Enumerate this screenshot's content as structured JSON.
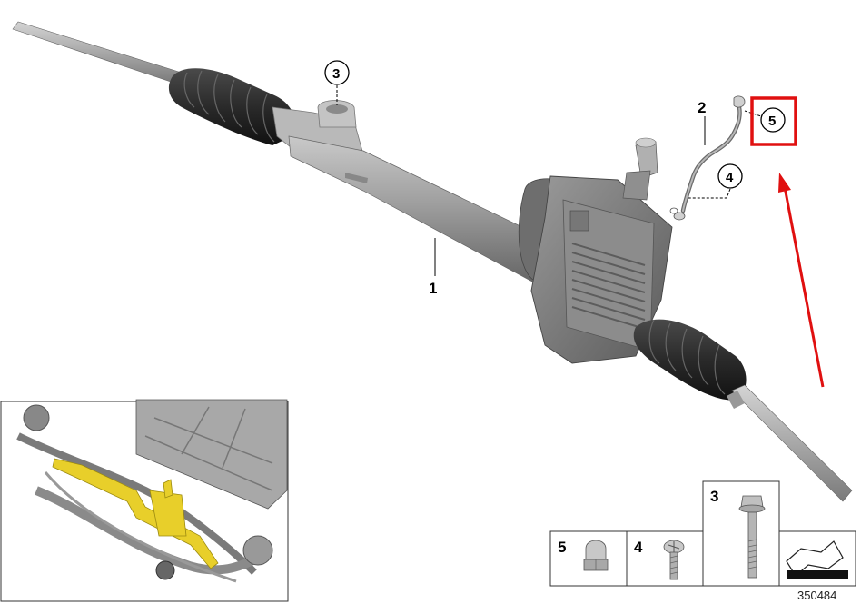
{
  "diagram": {
    "callouts": {
      "c1": "1",
      "c2": "2",
      "c3": "3",
      "c4": "4",
      "c5": "5"
    },
    "legend": {
      "p3": "3",
      "p4": "4",
      "p5": "5"
    },
    "diagram_id": "350484",
    "colors": {
      "highlight_box": "#e01010",
      "arrow": "#e01010",
      "inset_part": "#e8cf2a"
    }
  }
}
